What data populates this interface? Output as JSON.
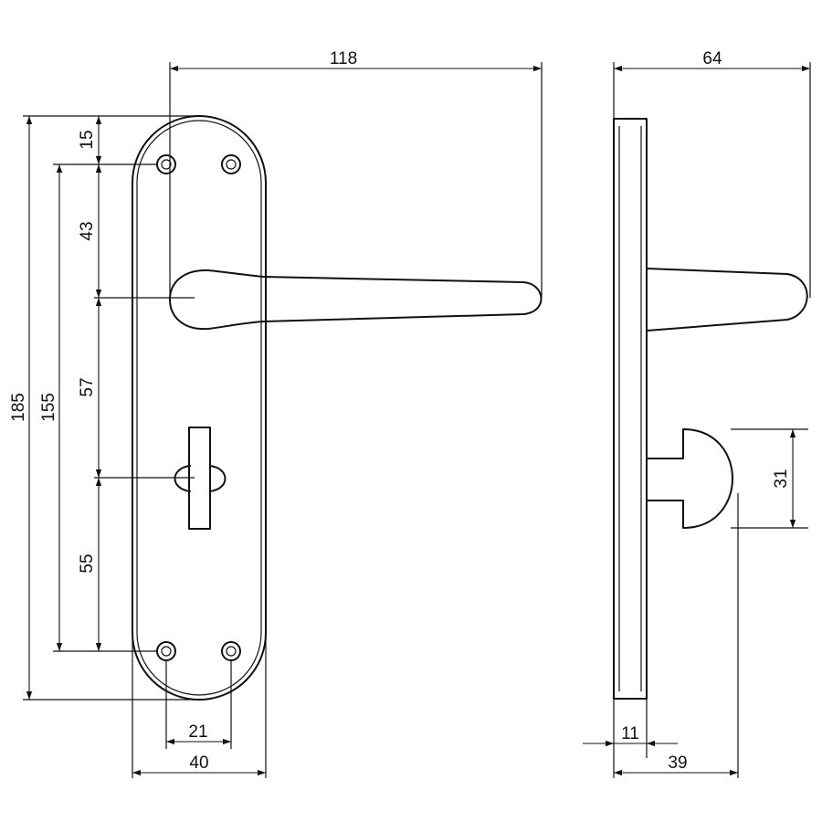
{
  "dimensions": {
    "lever_reach": "118",
    "side_depth": "64",
    "top_to_screw": "15",
    "screw_to_lever": "43",
    "lever_to_turn": "57",
    "turn_to_screw": "55",
    "plate_height": "185",
    "screw_spacing_v": "155",
    "screw_spacing_h": "21",
    "plate_width": "40",
    "knob_diameter": "31",
    "plate_thickness": "11",
    "knob_projection": "39"
  }
}
